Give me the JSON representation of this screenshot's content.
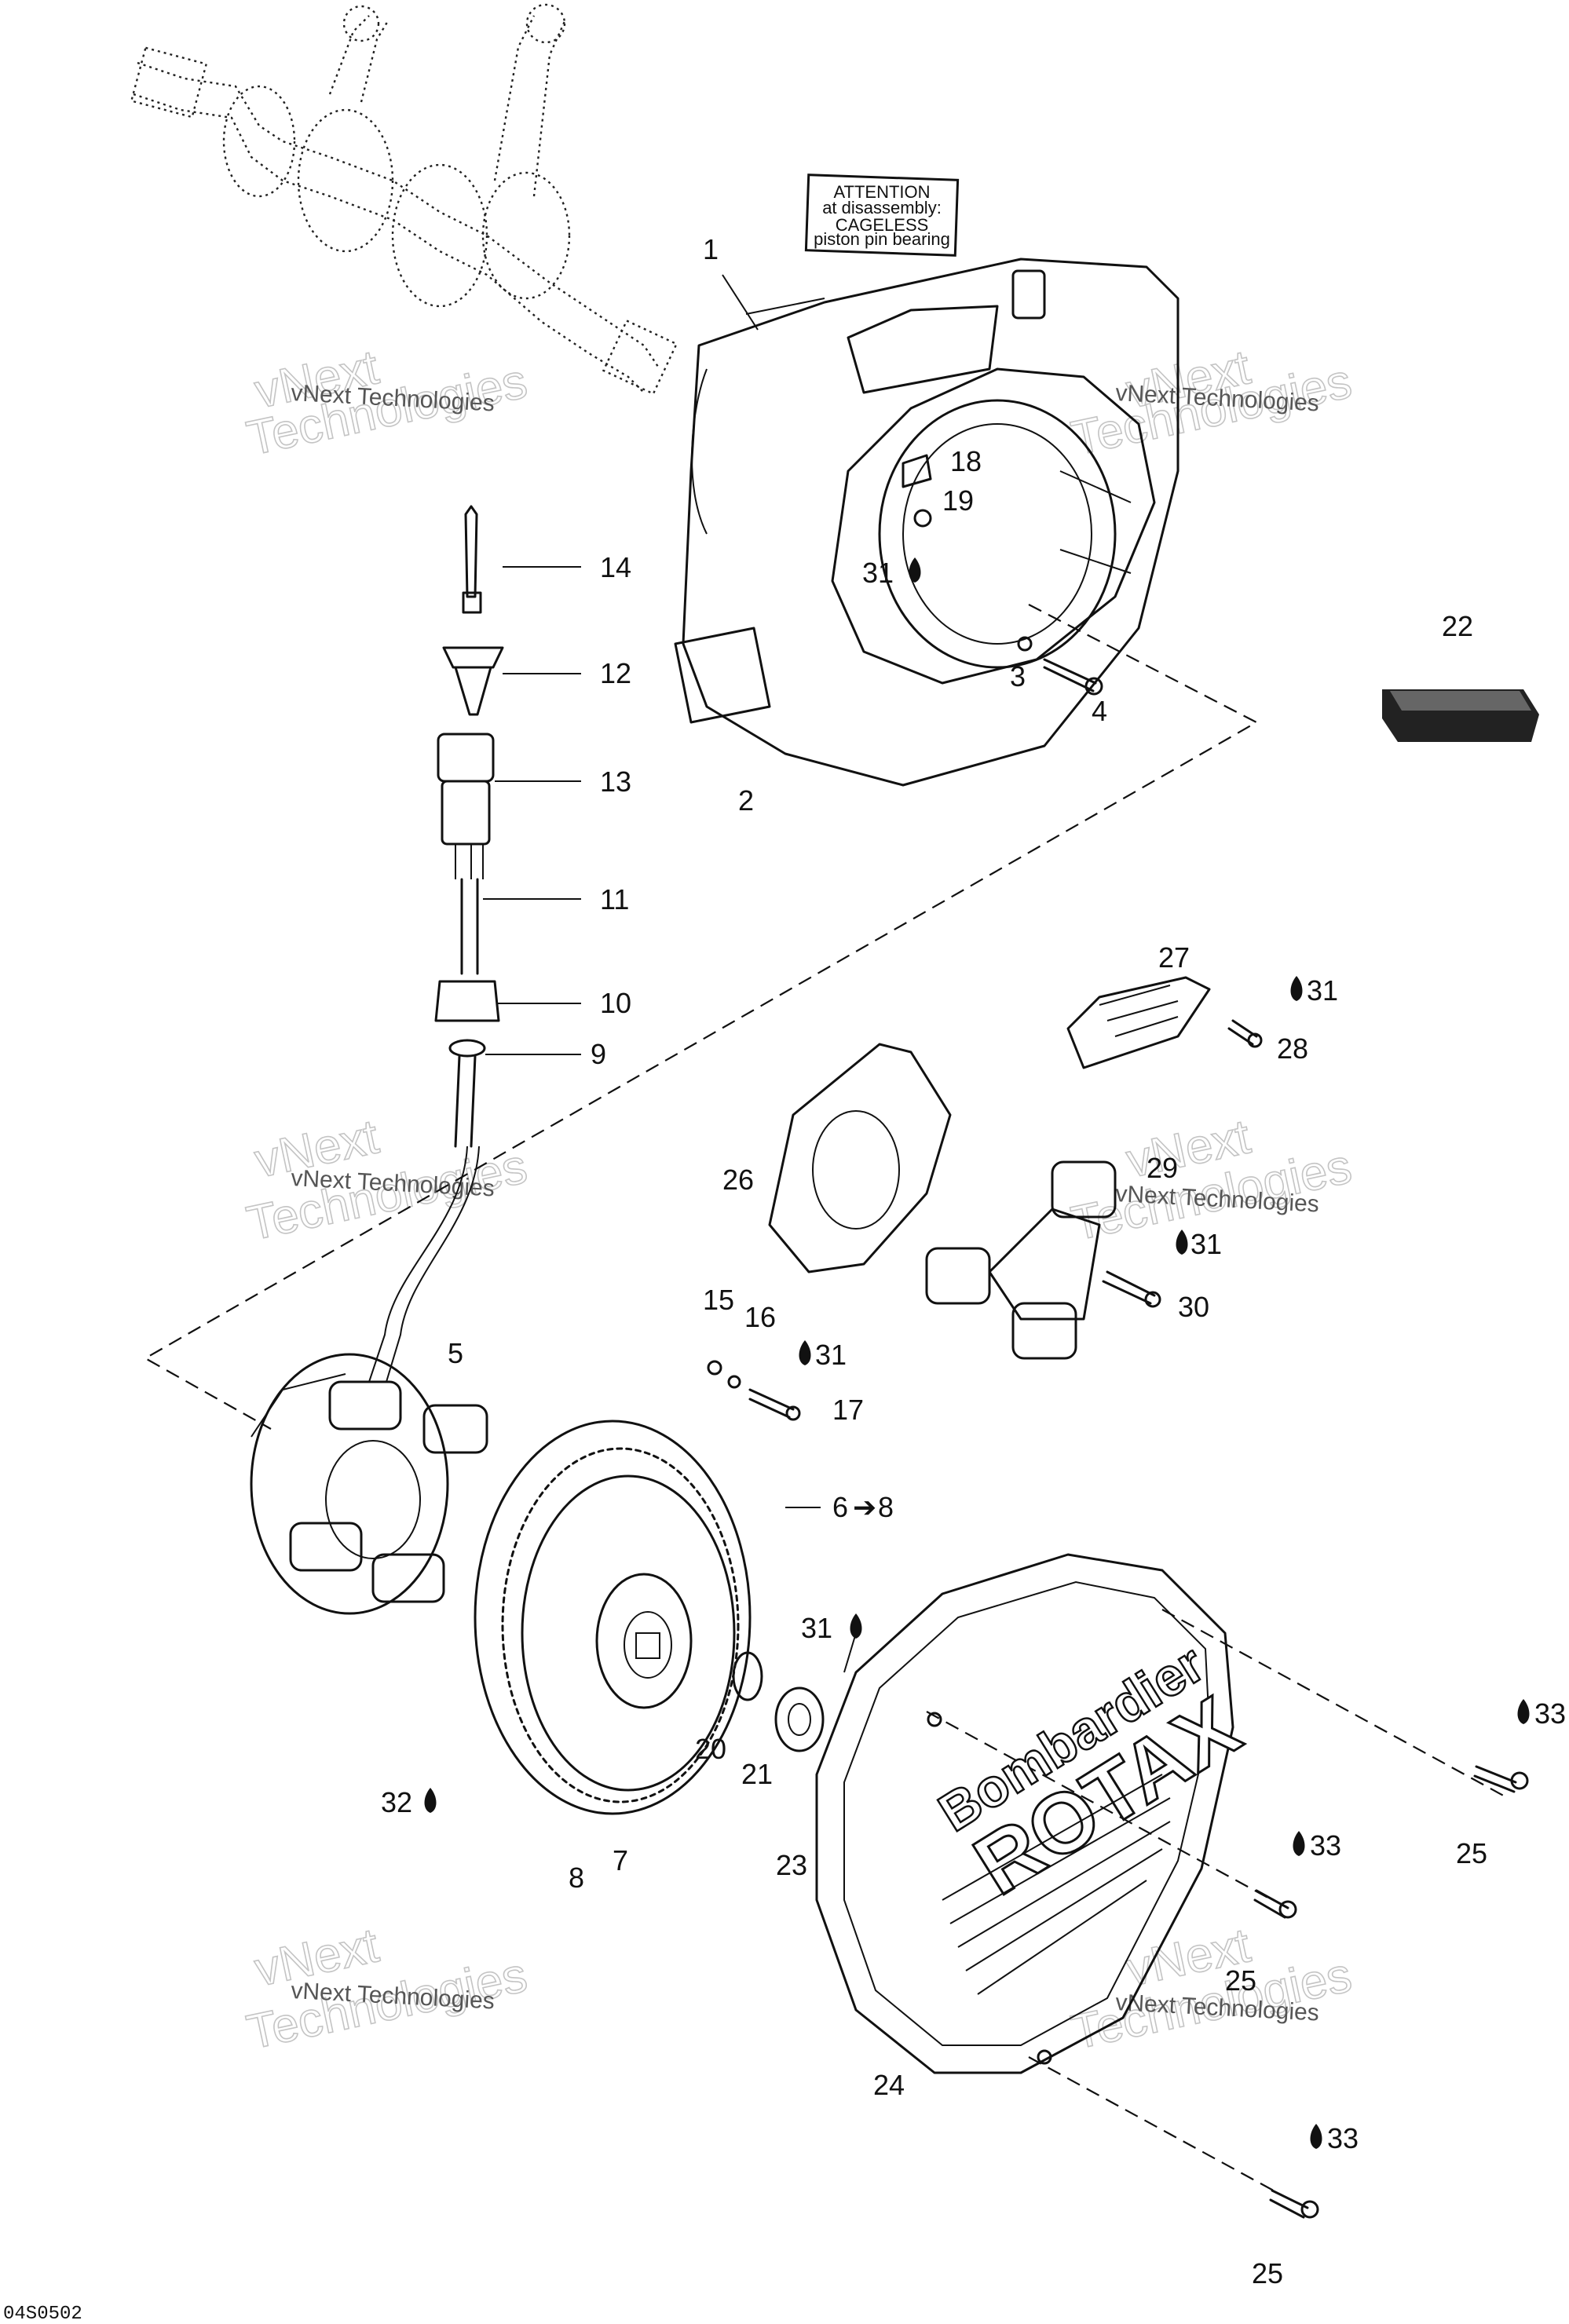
{
  "callouts": {
    "c1": "1",
    "c2": "2",
    "c3": "3",
    "c4": "4",
    "c5": "5",
    "c6": "6",
    "c6_8": "8",
    "c7": "7",
    "c8": "8",
    "c9": "9",
    "c10": "10",
    "c11": "11",
    "c12": "12",
    "c13": "13",
    "c14": "14",
    "c15": "15",
    "c16": "16",
    "c17": "17",
    "c18": "18",
    "c19": "19",
    "c20": "20",
    "c21": "21",
    "c22": "22",
    "c23": "23",
    "c24": "24",
    "c25a": "25",
    "c25b": "25",
    "c25c": "25",
    "c26": "26",
    "c27": "27",
    "c28": "28",
    "c29": "29",
    "c30": "30",
    "c31a": "31",
    "c31b": "31",
    "c31c": "31",
    "c31d": "31",
    "c31e": "31",
    "c32": "32",
    "c33a": "33",
    "c33b": "33",
    "c33c": "33"
  },
  "attention_label": {
    "line1": "ATTENTION",
    "line2": "at disassembly:",
    "line3": "CAGELESS",
    "line4": "piston pin bearing"
  },
  "cover_branding": {
    "brand": "Bombardier",
    "model": "ROTAX"
  },
  "watermarks": {
    "big_line1": "vNext",
    "big_line2": "Technologies",
    "small": "vNext Technologies"
  },
  "drawing_ref": "04S0502"
}
